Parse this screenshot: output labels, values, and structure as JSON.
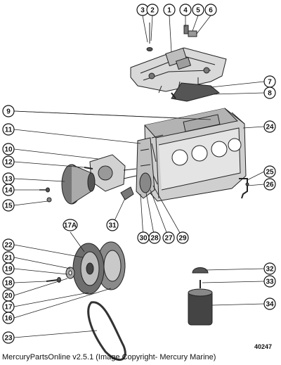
{
  "footer": {
    "caption": "MercuryPartsOnline v2.5.1 (Image Copyright- Mercury Marine)",
    "figure_number": "40247"
  },
  "callouts": [
    {
      "id": "callout-3",
      "label": "3"
    },
    {
      "id": "callout-2",
      "label": "2"
    },
    {
      "id": "callout-1",
      "label": "1"
    },
    {
      "id": "callout-4",
      "label": "4"
    },
    {
      "id": "callout-5",
      "label": "5"
    },
    {
      "id": "callout-6",
      "label": "6"
    },
    {
      "id": "callout-7",
      "label": "7"
    },
    {
      "id": "callout-8",
      "label": "8"
    },
    {
      "id": "callout-9",
      "label": "9"
    },
    {
      "id": "callout-24",
      "label": "24"
    },
    {
      "id": "callout-11",
      "label": "11"
    },
    {
      "id": "callout-10",
      "label": "10"
    },
    {
      "id": "callout-12",
      "label": "12"
    },
    {
      "id": "callout-13",
      "label": "13"
    },
    {
      "id": "callout-14",
      "label": "14"
    },
    {
      "id": "callout-15",
      "label": "15"
    },
    {
      "id": "callout-25",
      "label": "25"
    },
    {
      "id": "callout-26",
      "label": "26"
    },
    {
      "id": "callout-31",
      "label": "31"
    },
    {
      "id": "callout-30",
      "label": "30"
    },
    {
      "id": "callout-28",
      "label": "28"
    },
    {
      "id": "callout-27",
      "label": "27"
    },
    {
      "id": "callout-29",
      "label": "29"
    },
    {
      "id": "callout-17a",
      "label": "17A"
    },
    {
      "id": "callout-22",
      "label": "22"
    },
    {
      "id": "callout-21",
      "label": "21"
    },
    {
      "id": "callout-19",
      "label": "19"
    },
    {
      "id": "callout-18",
      "label": "18"
    },
    {
      "id": "callout-20",
      "label": "20"
    },
    {
      "id": "callout-17",
      "label": "17"
    },
    {
      "id": "callout-16",
      "label": "16"
    },
    {
      "id": "callout-23",
      "label": "23"
    },
    {
      "id": "callout-32",
      "label": "32"
    },
    {
      "id": "callout-33",
      "label": "33"
    },
    {
      "id": "callout-34",
      "label": "34"
    }
  ]
}
